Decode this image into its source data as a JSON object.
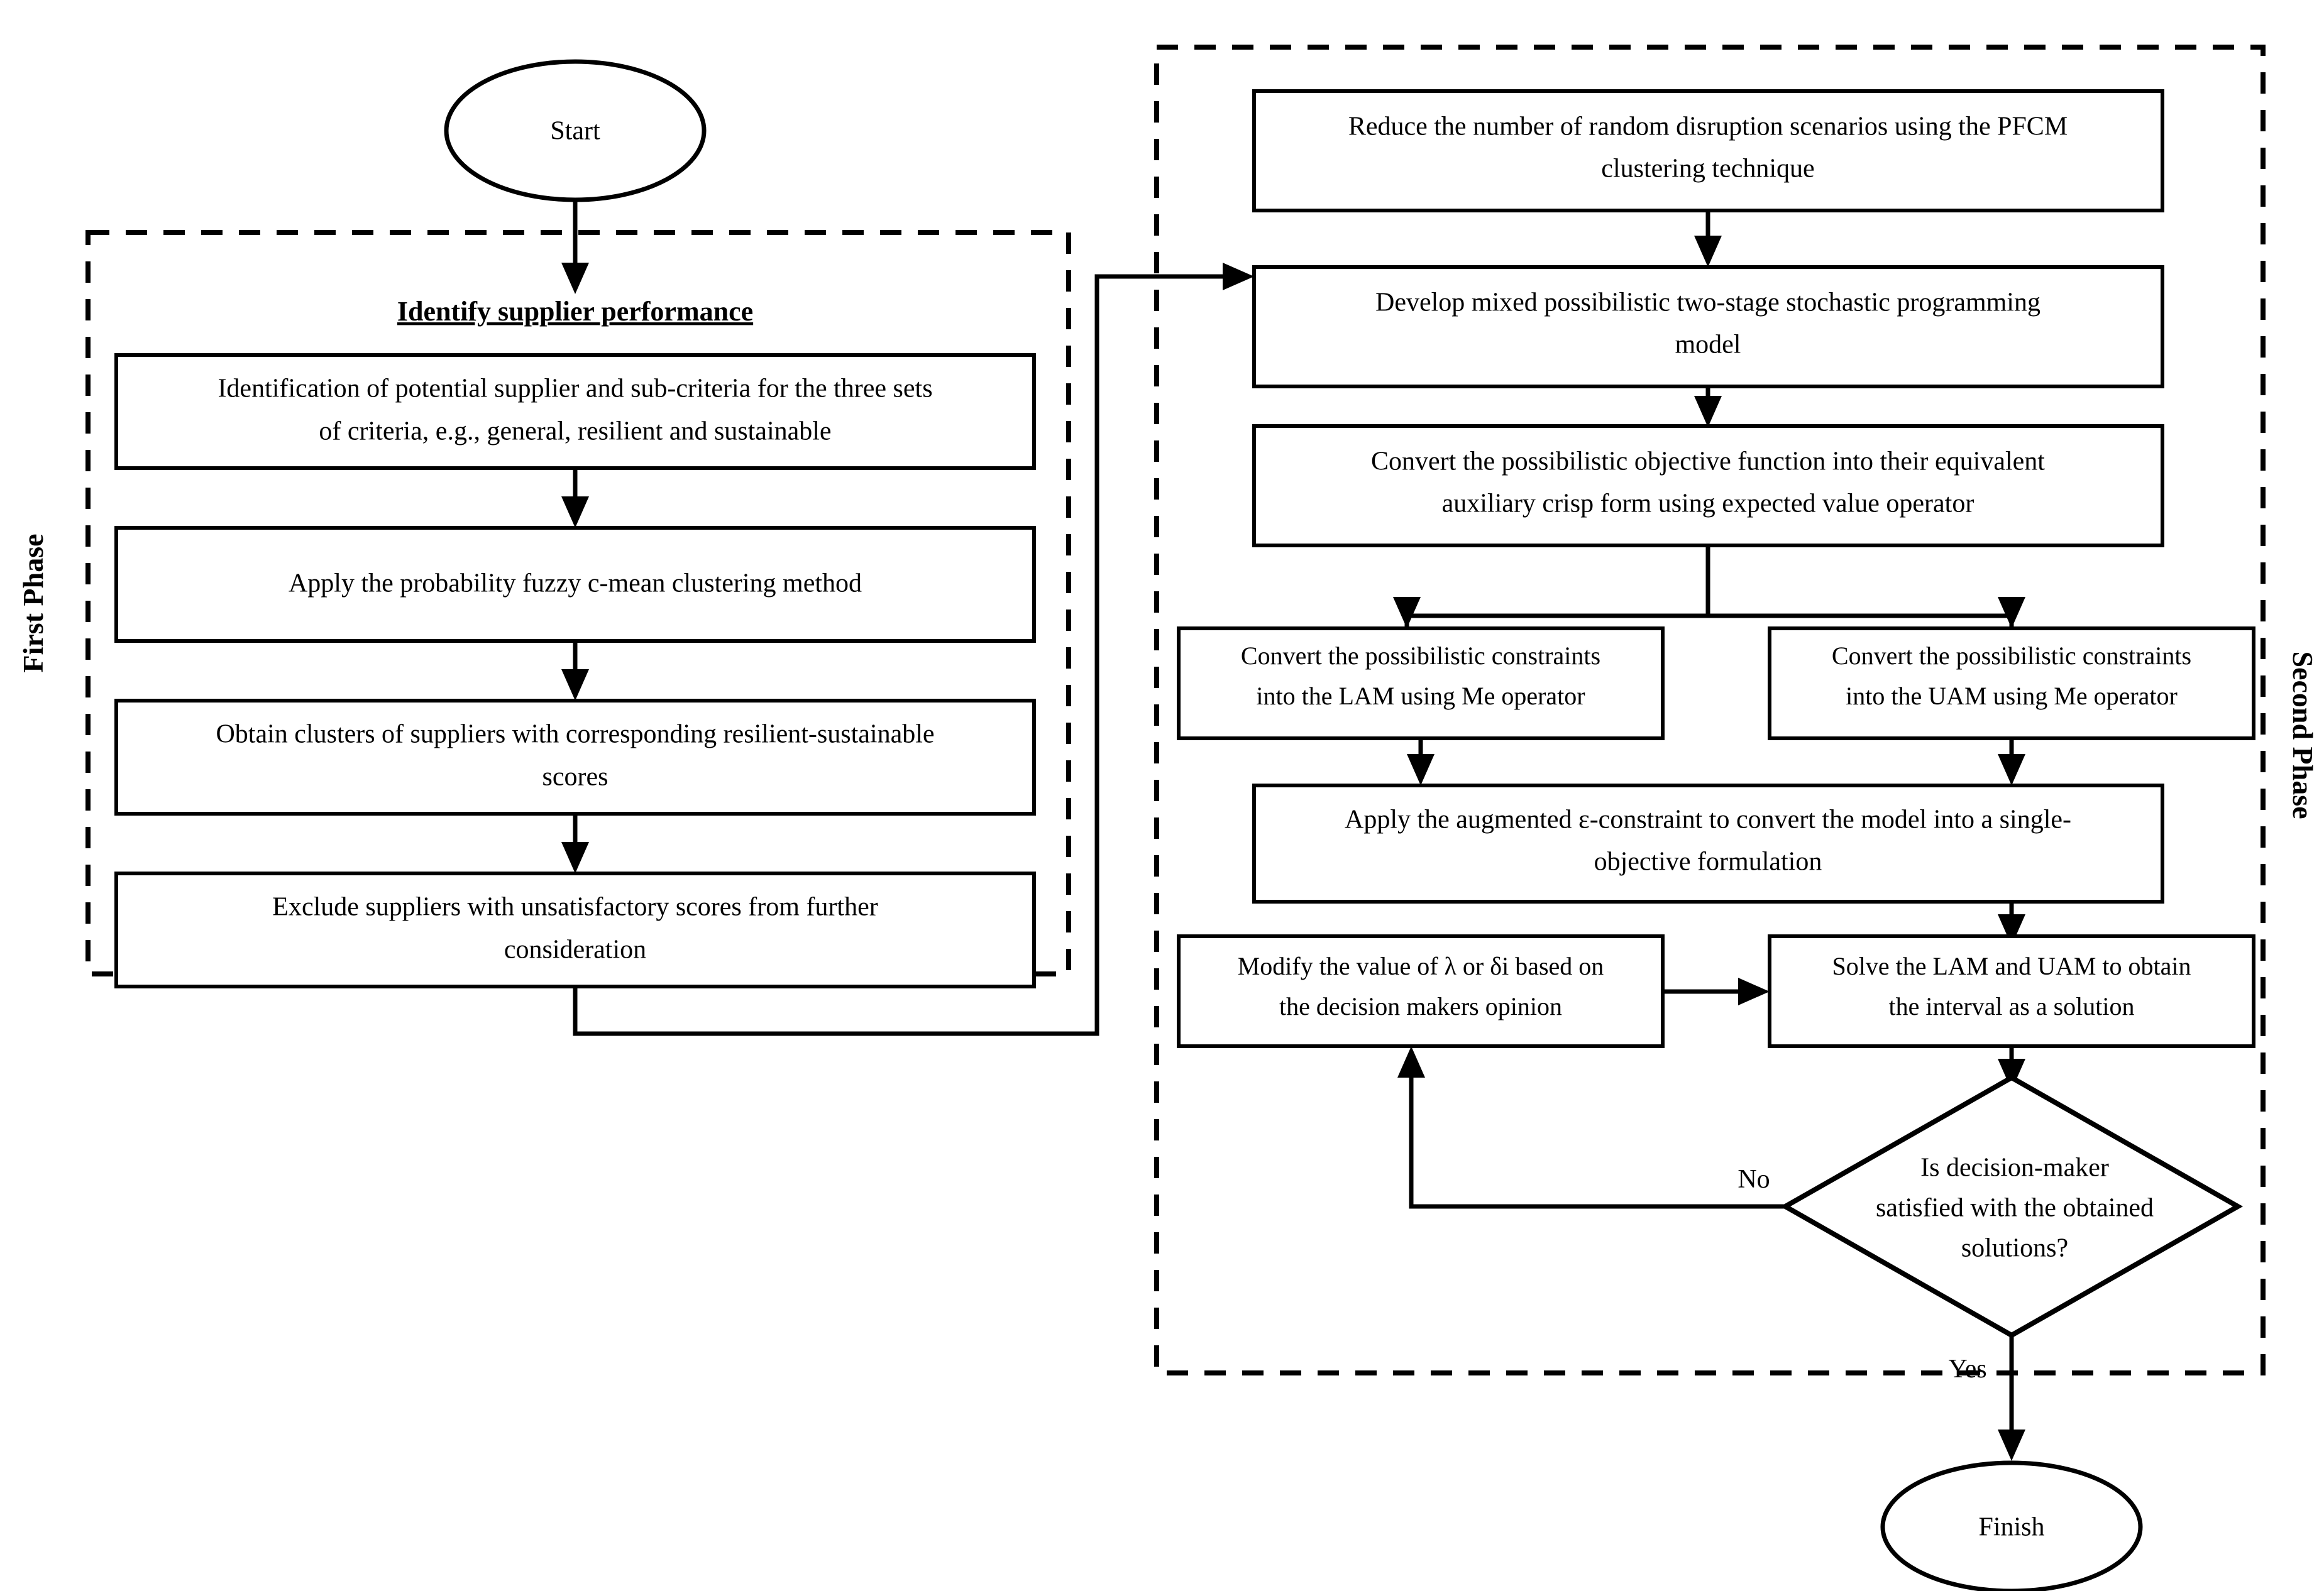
{
  "diagram": {
    "title_first_phase_group": "First Phase",
    "title_second_phase_group": "Second Phase",
    "first_phase_heading": "Identify supplier performance",
    "terminators": {
      "start": "Start",
      "finish": "Finish"
    },
    "first_phase_steps": [
      "Identification of potential supplier and sub-criteria for the three sets of criteria, e.g., general, resilient and sustainable",
      "Apply the probability fuzzy c-mean clustering method",
      "Obtain clusters of suppliers with corresponding resilient-sustainable scores",
      "Exclude suppliers with unsatisfactory scores from further consideration"
    ],
    "first_phase_steps_lines": [
      [
        "Identification of potential supplier and sub-criteria for the three sets",
        "of criteria, e.g., general, resilient and sustainable"
      ],
      [
        "Apply the probability fuzzy c-mean clustering method"
      ],
      [
        "Obtain clusters of suppliers with corresponding resilient-sustainable",
        "scores"
      ],
      [
        "Exclude suppliers with unsatisfactory scores from further",
        "consideration"
      ]
    ],
    "second_phase_steps": [
      "Reduce the number of random disruption scenarios using the PFCM clustering technique",
      "Develop mixed possibilistic two-stage stochastic programming model",
      "Convert the possibilistic objective function into their equivalent auxiliary crisp form using expected value operator",
      "Convert the possibilistic constraints into the LAM using Me operator",
      "Convert the possibilistic constraints into the UAM using Me operator",
      "Apply the augmented ε-constraint to convert the model into a single-objective formulation",
      "Modify the value of λ or δi based on the decision makers opinion",
      "Solve the LAM and UAM to obtain the interval as a solution"
    ],
    "second_phase_steps_lines": [
      [
        "Reduce the number of random disruption scenarios using the PFCM",
        "clustering technique"
      ],
      [
        "Develop mixed possibilistic two-stage stochastic programming",
        "model"
      ],
      [
        "Convert the possibilistic objective function into their equivalent",
        "auxiliary crisp form using expected value operator"
      ],
      [
        "Convert the possibilistic constraints",
        "into the LAM using Me operator"
      ],
      [
        "Convert the possibilistic constraints",
        "into the UAM using Me operator"
      ],
      [
        "Apply the augmented ε-constraint to convert the model into a single-",
        "objective formulation"
      ],
      [
        "Modify the value of λ or δi based on",
        "the decision makers opinion"
      ],
      [
        "Solve the LAM and UAM to obtain",
        "the interval as a solution"
      ]
    ],
    "decision": {
      "text": "Is decision-maker satisfied with the obtained solutions?",
      "lines": [
        "Is decision-maker",
        "satisfied with the obtained",
        "solutions?"
      ],
      "branch_no": "No",
      "branch_yes": "Yes"
    },
    "colors": {
      "stroke": "#000000",
      "fill": "#ffffff",
      "background": "#ffffff"
    }
  }
}
